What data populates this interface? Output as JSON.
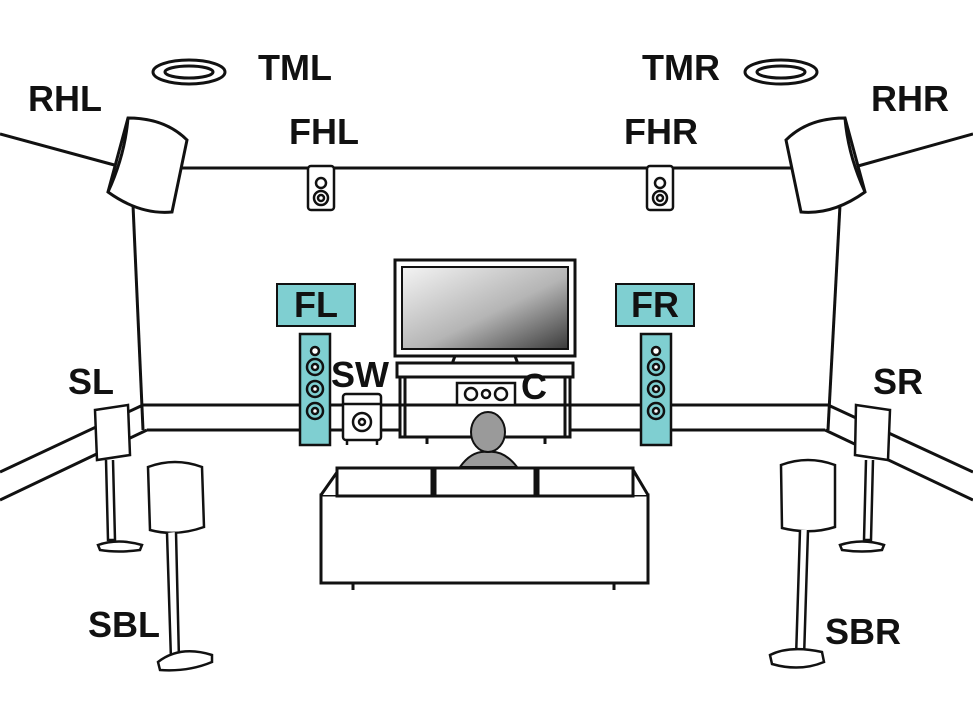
{
  "diagram": {
    "speakers": {
      "tml": "TML",
      "tmr": "TMR",
      "rhl": "RHL",
      "rhr": "RHR",
      "fhl": "FHL",
      "fhr": "FHR",
      "fl": "FL",
      "fr": "FR",
      "sw": "SW",
      "c": "C",
      "sl": "SL",
      "sr": "SR",
      "sbl": "SBL",
      "sbr": "SBR"
    },
    "highlighted": [
      "FL",
      "FR"
    ],
    "colors": {
      "highlight": "#7fcfd1",
      "line": "#111111",
      "background": "#ffffff",
      "listener": "#9a9a9a"
    }
  }
}
